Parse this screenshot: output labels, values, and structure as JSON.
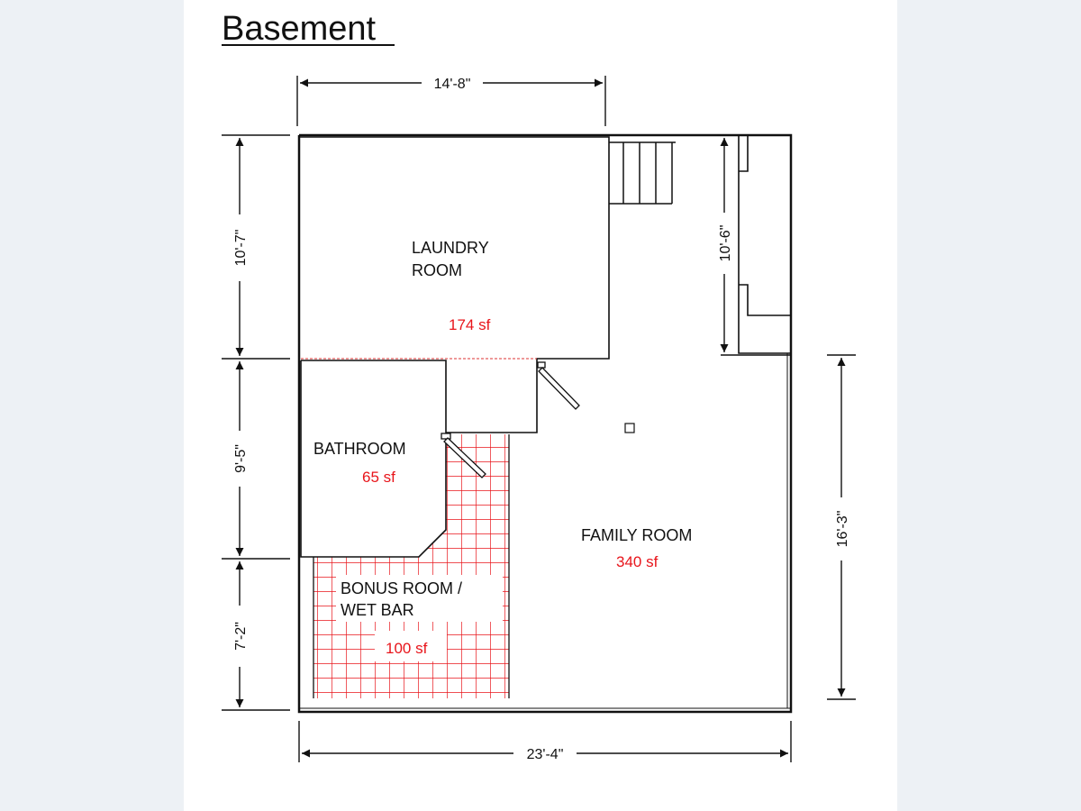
{
  "title": "Basement",
  "colors": {
    "wall": "#111111",
    "area_text": "#e8151b",
    "tile_grid": "#e8151b",
    "background": "#ffffff",
    "outer_background": "#edf1f5"
  },
  "dimensions": {
    "top": "14'-8\"",
    "bottom": "23'-4\"",
    "left_upper": "10'-7\"",
    "left_middle": "9'-5\"",
    "left_lower": "7'-2\"",
    "inner_right": "10'-6\"",
    "right": "16'-3\""
  },
  "rooms": {
    "laundry": {
      "line1": "LAUNDRY",
      "line2": "ROOM",
      "area": "174 sf"
    },
    "bathroom": {
      "line1": "BATHROOM",
      "area": "65 sf"
    },
    "bonus": {
      "line1": "BONUS ROOM /",
      "line2": "WET BAR",
      "area": "100 sf"
    },
    "family": {
      "line1": "FAMILY ROOM",
      "area": "340 sf"
    }
  }
}
